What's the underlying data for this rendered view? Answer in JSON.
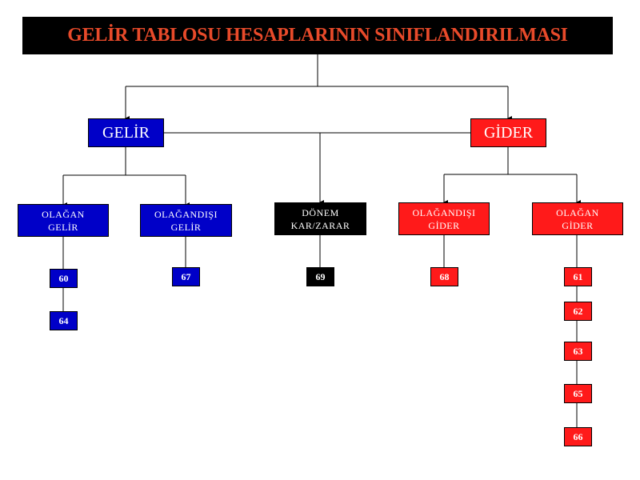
{
  "title": "GELİR TABLOSU HESAPLARININ SINIFLANDIRILMASI",
  "main": {
    "gelir": "GELİR",
    "gider": "GİDER"
  },
  "categories": {
    "olagan_gelir": "OLAĞAN\nGELİR",
    "olagandisi_gelir": "OLAĞANDIŞI\nGELİR",
    "donem_kar_zarar": "DÖNEM\nKAR/ZARAR",
    "olagandisi_gider": "OLAĞANDIŞI\nGİDER",
    "olagan_gider": "OLAĞAN\nGİDER"
  },
  "codes": {
    "c60": "60",
    "c64": "64",
    "c67": "67",
    "c69": "69",
    "c68": "68",
    "c61": "61",
    "c62": "62",
    "c63": "63",
    "c65": "65",
    "c66": "66"
  },
  "colors": {
    "income": "#0000c8",
    "expense": "#ff1a1a",
    "neutral": "#000000",
    "title_text": "#e84a2a"
  }
}
